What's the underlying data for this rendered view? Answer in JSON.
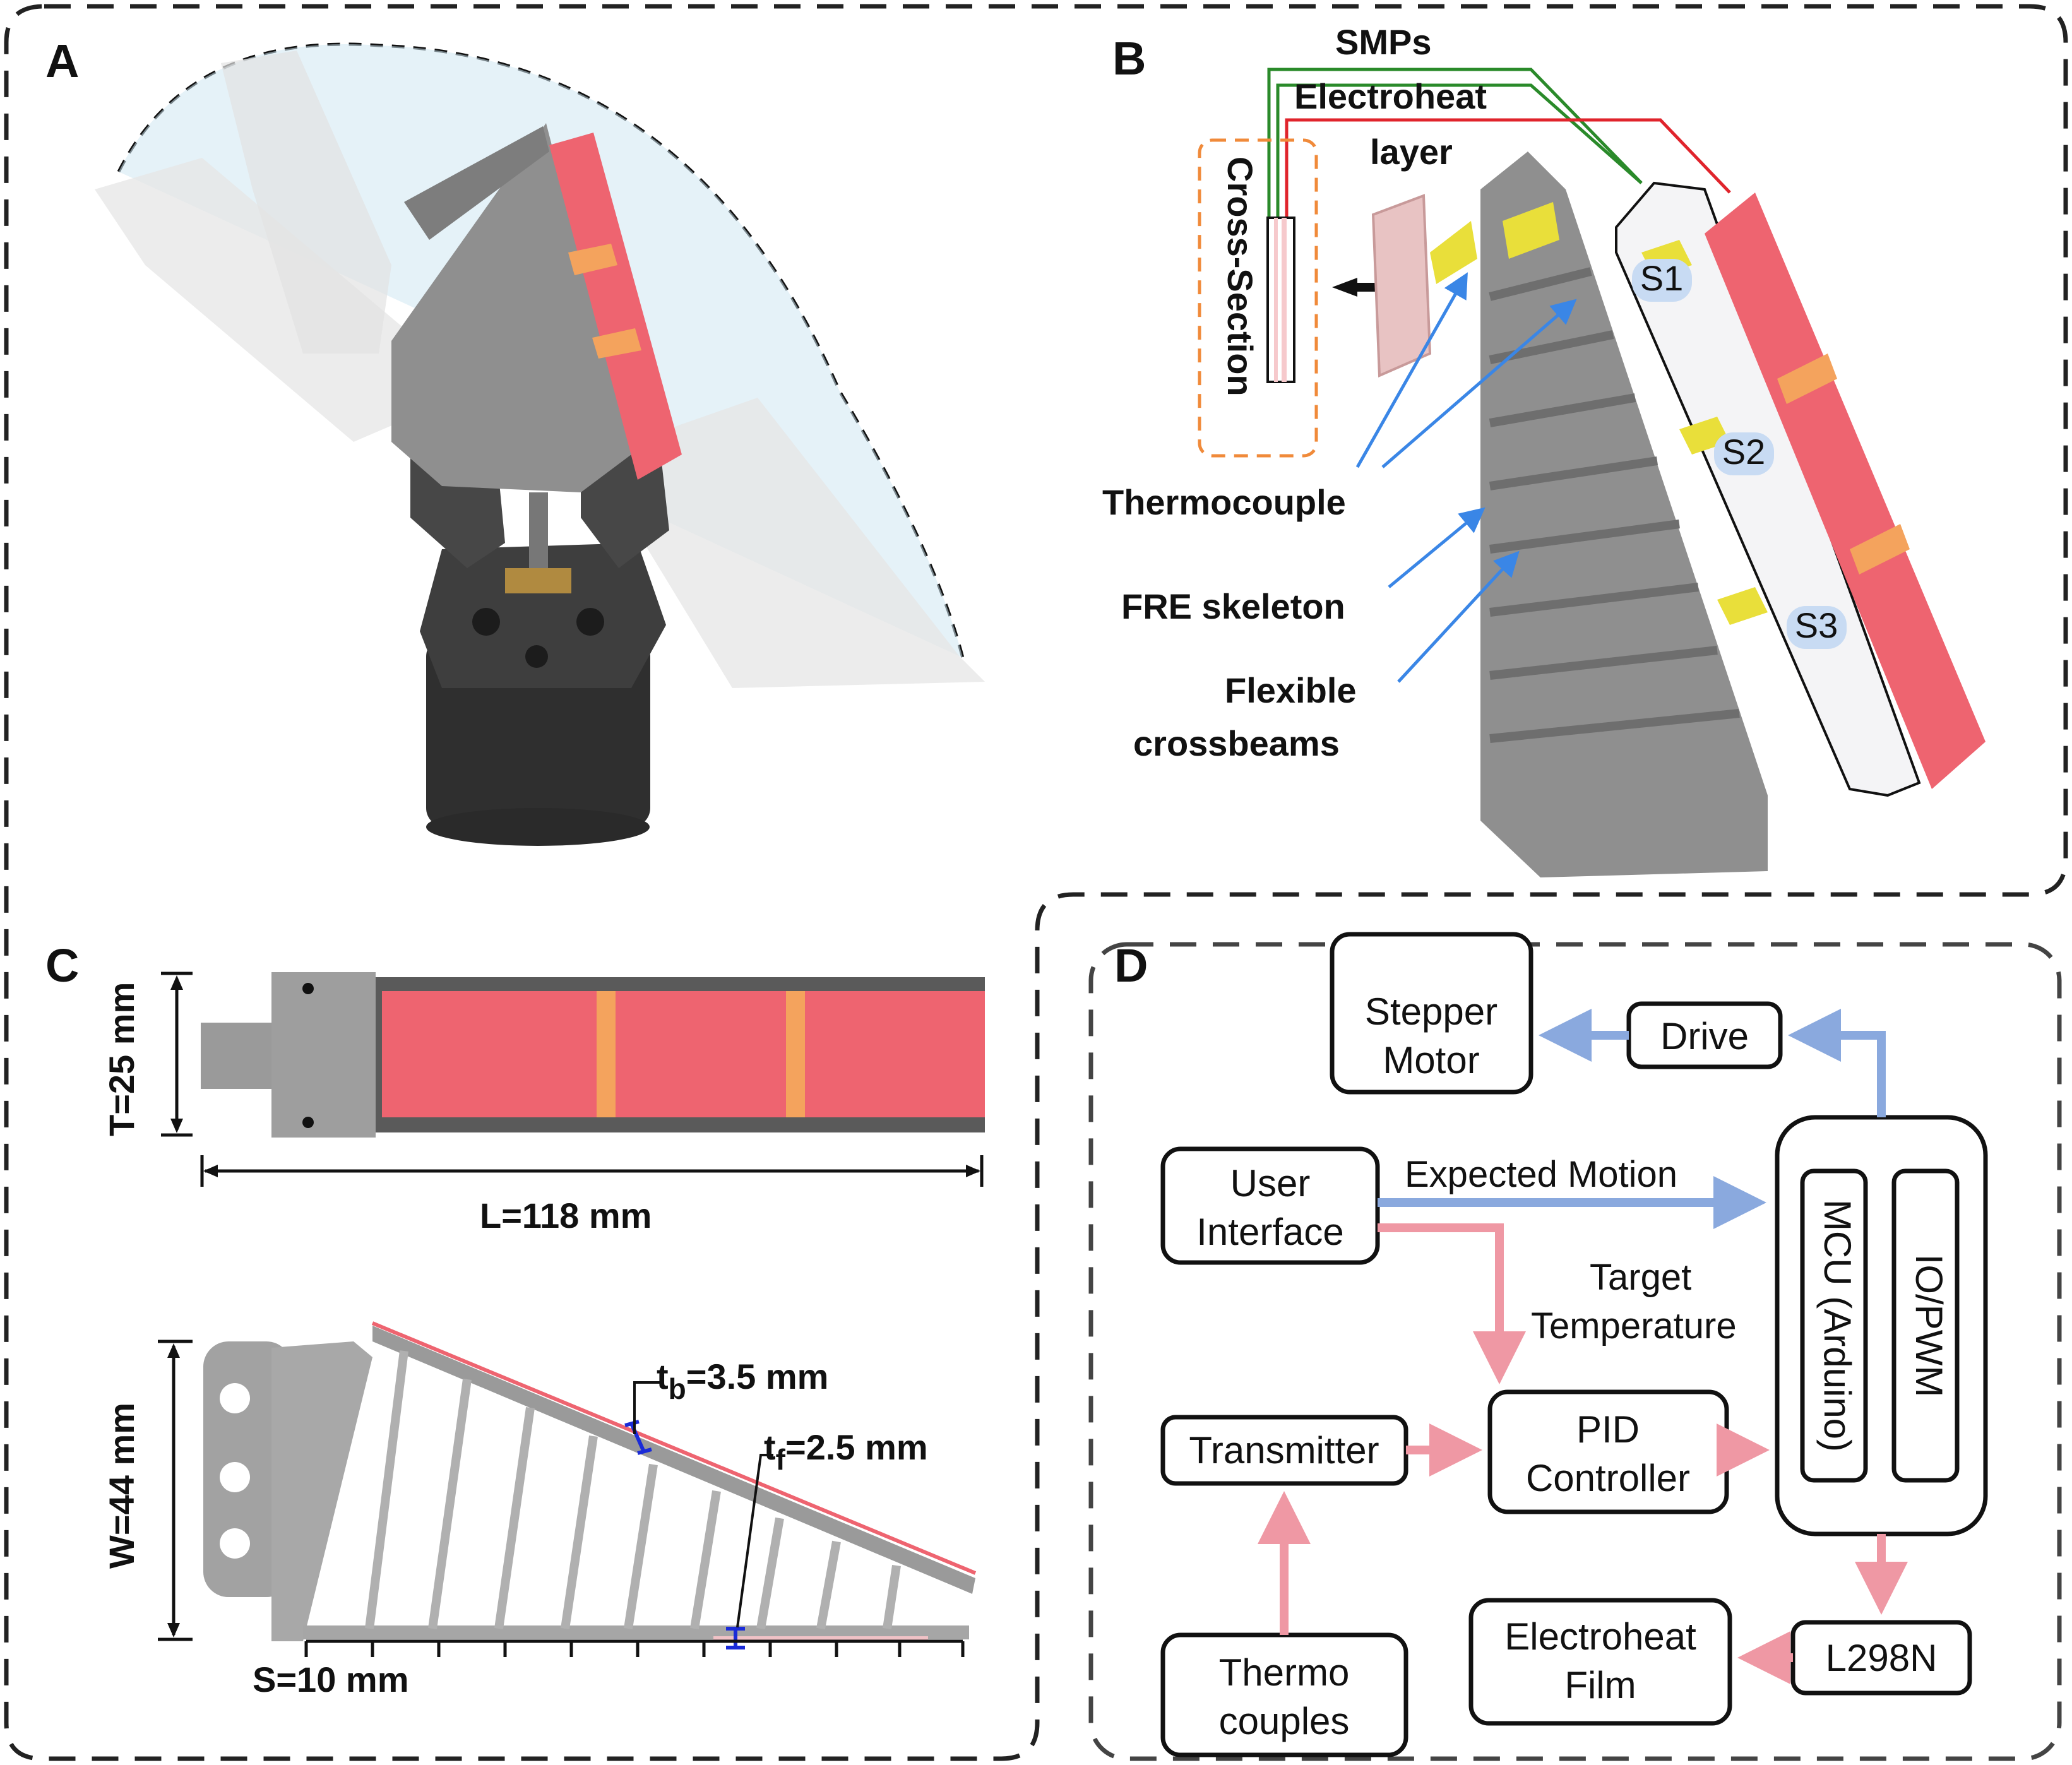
{
  "panels": {
    "a": {
      "letter": "A"
    },
    "b": {
      "letter": "B",
      "smps": "SMPs",
      "electroheat_line1": "Electroheat",
      "electroheat_line2": "layer",
      "cross_section": "Cross-Section",
      "thermocouple": "Thermocouple",
      "fre_skeleton": "FRE skeleton",
      "flexible_line1": "Flexible",
      "flexible_line2": "crossbeams",
      "segments": [
        "S1",
        "S2",
        "S3"
      ]
    },
    "c": {
      "letter": "C",
      "thickness": "T=25 mm",
      "length": "L=118 mm",
      "width": "W=44 mm",
      "tb_main": "t",
      "tb_sub": "b",
      "tb_val": "=3.5 mm",
      "tf_main": "t",
      "tf_sub": "f",
      "tf_val": "=2.5 mm",
      "spacing": "S=10 mm"
    },
    "d": {
      "letter": "D",
      "stepper_line1": "Stepper",
      "stepper_line2": "Motor",
      "drive": "Drive",
      "ui_line1": "User",
      "ui_line2": "Interface",
      "expected_motion": "Expected Motion",
      "target_line1": "Target",
      "target_line2": "Temperature",
      "mcu": "MCU (Arduino)",
      "io": "IO/PWM",
      "transmitter": "Transmitter",
      "pid_line1": "PID",
      "pid_line2": "Controller",
      "thermo_line1": "Thermo",
      "thermo_line2": "couples",
      "film_line1": "Electroheat",
      "film_line2": "Film",
      "l298n": "L298N"
    }
  },
  "colors": {
    "smp_red": "#ee6470",
    "stripe_orange": "#f4a35d",
    "skeleton_gray": "#8f8f8f",
    "dark_body": "#3e3e3e",
    "arrow_blue": "#8aa9de",
    "arrow_pink": "#ef98a4",
    "callout_blue": "#3a86e6",
    "green_wire": "#2a8a2a",
    "red_wire": "#e0242c",
    "dash_orange": "#f08a3a"
  }
}
